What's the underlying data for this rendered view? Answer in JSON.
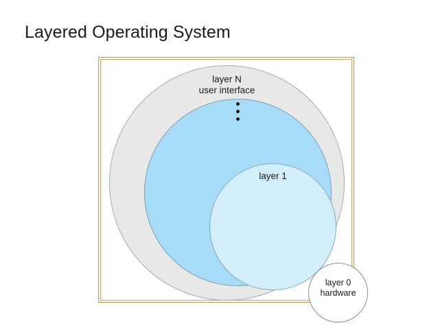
{
  "slide": {
    "title": "Layered Operating System"
  },
  "diagram": {
    "type": "concentric-rings",
    "frame_border_color": "#e08a3c",
    "rings": [
      {
        "id": "layer-n",
        "label_lines": [
          "layer N",
          "user interface"
        ],
        "fill": "#e8e8e6",
        "stroke": "#a9a9a9"
      },
      {
        "id": "dots",
        "label_lines": [],
        "ellipsis_dots": 3,
        "fill": "#a6dcf7",
        "stroke": "#7a9fb4"
      },
      {
        "id": "layer-1",
        "label_lines": [
          "layer 1"
        ],
        "fill": "#d2eefa",
        "stroke": "#8aa7b6"
      },
      {
        "id": "layer-0",
        "label_lines": [
          "layer 0",
          "hardware"
        ],
        "fill": "#ffffff",
        "stroke": "#8a8a8a"
      }
    ],
    "labels": {
      "layer_n_line1": "layer N",
      "layer_n_line2": "user interface",
      "layer_1": "layer 1",
      "layer_0_line1": "layer 0",
      "layer_0_line2": "hardware"
    }
  }
}
